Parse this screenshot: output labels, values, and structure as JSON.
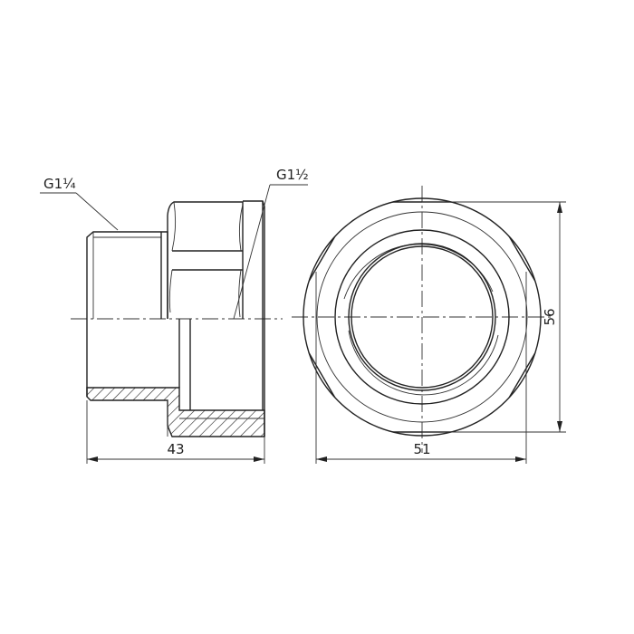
{
  "drawing": {
    "labels": {
      "male_thread": "G1¼",
      "female_thread": "G1½"
    },
    "dimensions": {
      "length": "43",
      "across_corners_width": "51",
      "across_flats_height": "56"
    },
    "line_color": "#222222",
    "background": "#ffffff"
  }
}
